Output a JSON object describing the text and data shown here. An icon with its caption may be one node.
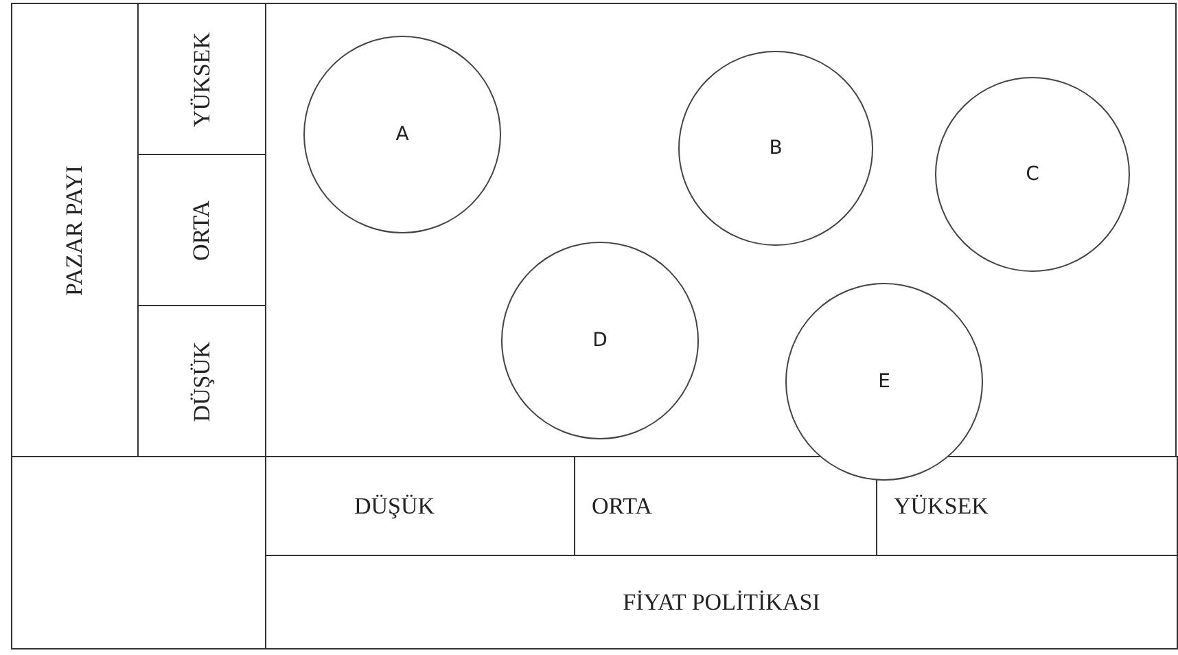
{
  "diagram": {
    "nodes": [
      {
        "text": [
          "PAZAR PAYI"
        ]
      },
      {
        "text": [
          "YÜKSEK"
        ]
      },
      {
        "text": [
          "ORTA"
        ]
      },
      {
        "text": [
          "DÜŞÜK"
        ]
      },
      {
        "text": [
          "A"
        ]
      },
      {
        "text": [
          "B"
        ]
      },
      {
        "text": [
          "C"
        ]
      },
      {
        "text": [
          "D"
        ]
      },
      {
        "text": [
          "E"
        ]
      },
      {
        "text": [],
        "shape": "box"
      },
      {
        "text": [
          "DÜŞÜK"
        ]
      },
      {
        "text": [
          "ORTA"
        ]
      },
      {
        "text": [
          "YÜKSEK"
        ]
      },
      {
        "text": [
          "FİYAT POLİTİKASI"
        ]
      }
    ],
    "edges": []
  }
}
